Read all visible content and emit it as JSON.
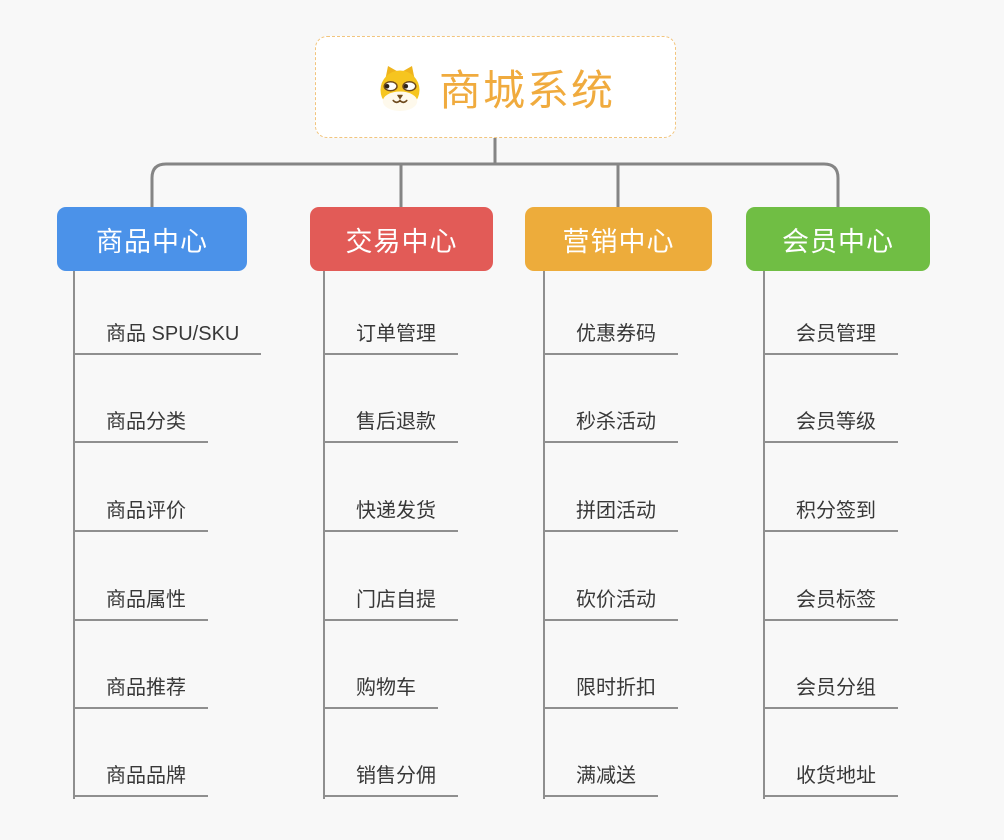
{
  "root": {
    "title": "商城系统",
    "title_color": "#F0AB3E",
    "border_color": "#F2C57E",
    "icon": "dog-face-icon"
  },
  "branches": [
    {
      "label": "商品中心",
      "color": "#4B92E9",
      "items": [
        "商品 SPU/SKU",
        "商品分类",
        "商品评价",
        "商品属性",
        "商品推荐",
        "商品品牌"
      ]
    },
    {
      "label": "交易中心",
      "color": "#E25B57",
      "items": [
        "订单管理",
        "售后退款",
        "快递发货",
        "门店自提",
        "购物车",
        "销售分佣"
      ]
    },
    {
      "label": "营销中心",
      "color": "#EDAC3B",
      "items": [
        "优惠券码",
        "秒杀活动",
        "拼团活动",
        "砍价活动",
        "限时折扣",
        "满减送"
      ]
    },
    {
      "label": "会员中心",
      "color": "#70BE44",
      "items": [
        "会员管理",
        "会员等级",
        "积分签到",
        "会员标签",
        "会员分组",
        "收货地址"
      ]
    }
  ],
  "colors": {
    "background": "#F8F8F8",
    "connector_line": "#858585",
    "subtopic_line": "#8F8F8F",
    "subtopic_text": "#383838"
  }
}
